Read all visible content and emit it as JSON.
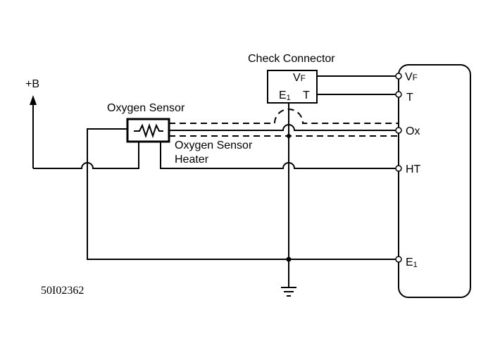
{
  "labels": {
    "check_connector": "Check Connector",
    "oxygen_sensor": "Oxygen Sensor",
    "oxygen_sensor_heater_line1": "Oxygen Sensor",
    "oxygen_sensor_heater_line2": "Heater",
    "plus_b": "+B",
    "connector_vf": "V",
    "connector_vf_sub": "F",
    "connector_e1": "E",
    "connector_e1_sub": "1",
    "connector_t": "T",
    "figure_code": "50I02362"
  },
  "ecu_pins": {
    "vf": "V",
    "vf_sub": "F",
    "t": "T",
    "ox": "Ox",
    "ht": "HT",
    "e1": "E",
    "e1_sub": "1"
  }
}
